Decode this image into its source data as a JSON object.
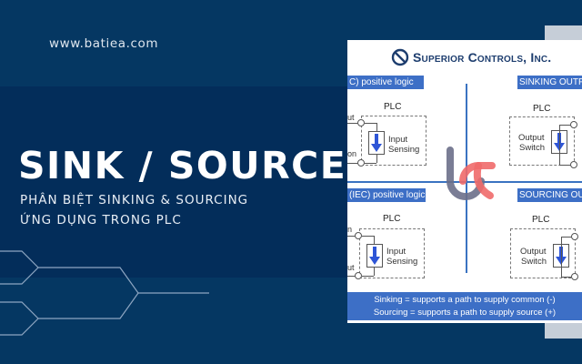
{
  "site": {
    "url": "www.batiea.com"
  },
  "hero": {
    "title": "SINK / SOURCE",
    "subtitle_line1": "PHÂN BIỆT SINKING & SOURCING",
    "subtitle_line2": "ỨNG DỤNG TRONG PLC"
  },
  "colors": {
    "background_dark": "#032d5a",
    "background_light": "#053762",
    "accent_blue": "#3d6fc6",
    "logo_gray": "#6b6f8a",
    "logo_red": "#f06a6a"
  },
  "diagram": {
    "brand": "Superior Controls, Inc.",
    "quadrants": [
      {
        "label": "C) positive logic",
        "plc": "PLC",
        "box_text": [
          "Input",
          "Sensing"
        ],
        "edge_top": "ut",
        "edge_bottom": "on"
      },
      {
        "label": "SINKING OUTPU",
        "plc": "PLC",
        "box_text": [
          "Output",
          "Switch"
        ]
      },
      {
        "label": "(IEC) positive logic",
        "plc": "PLC",
        "box_text": [
          "Input",
          "Sensing"
        ],
        "edge_top": "n",
        "edge_bottom": "ut"
      },
      {
        "label": "SOURCING OUT",
        "plc": "PLC",
        "box_text": [
          "Output",
          "Switch"
        ]
      }
    ],
    "footer_line1": "Sinking = supports a path to supply common (-)",
    "footer_line2": "Sourcing = supports a path to supply source (+)",
    "logo_icon": "bt-logo"
  }
}
